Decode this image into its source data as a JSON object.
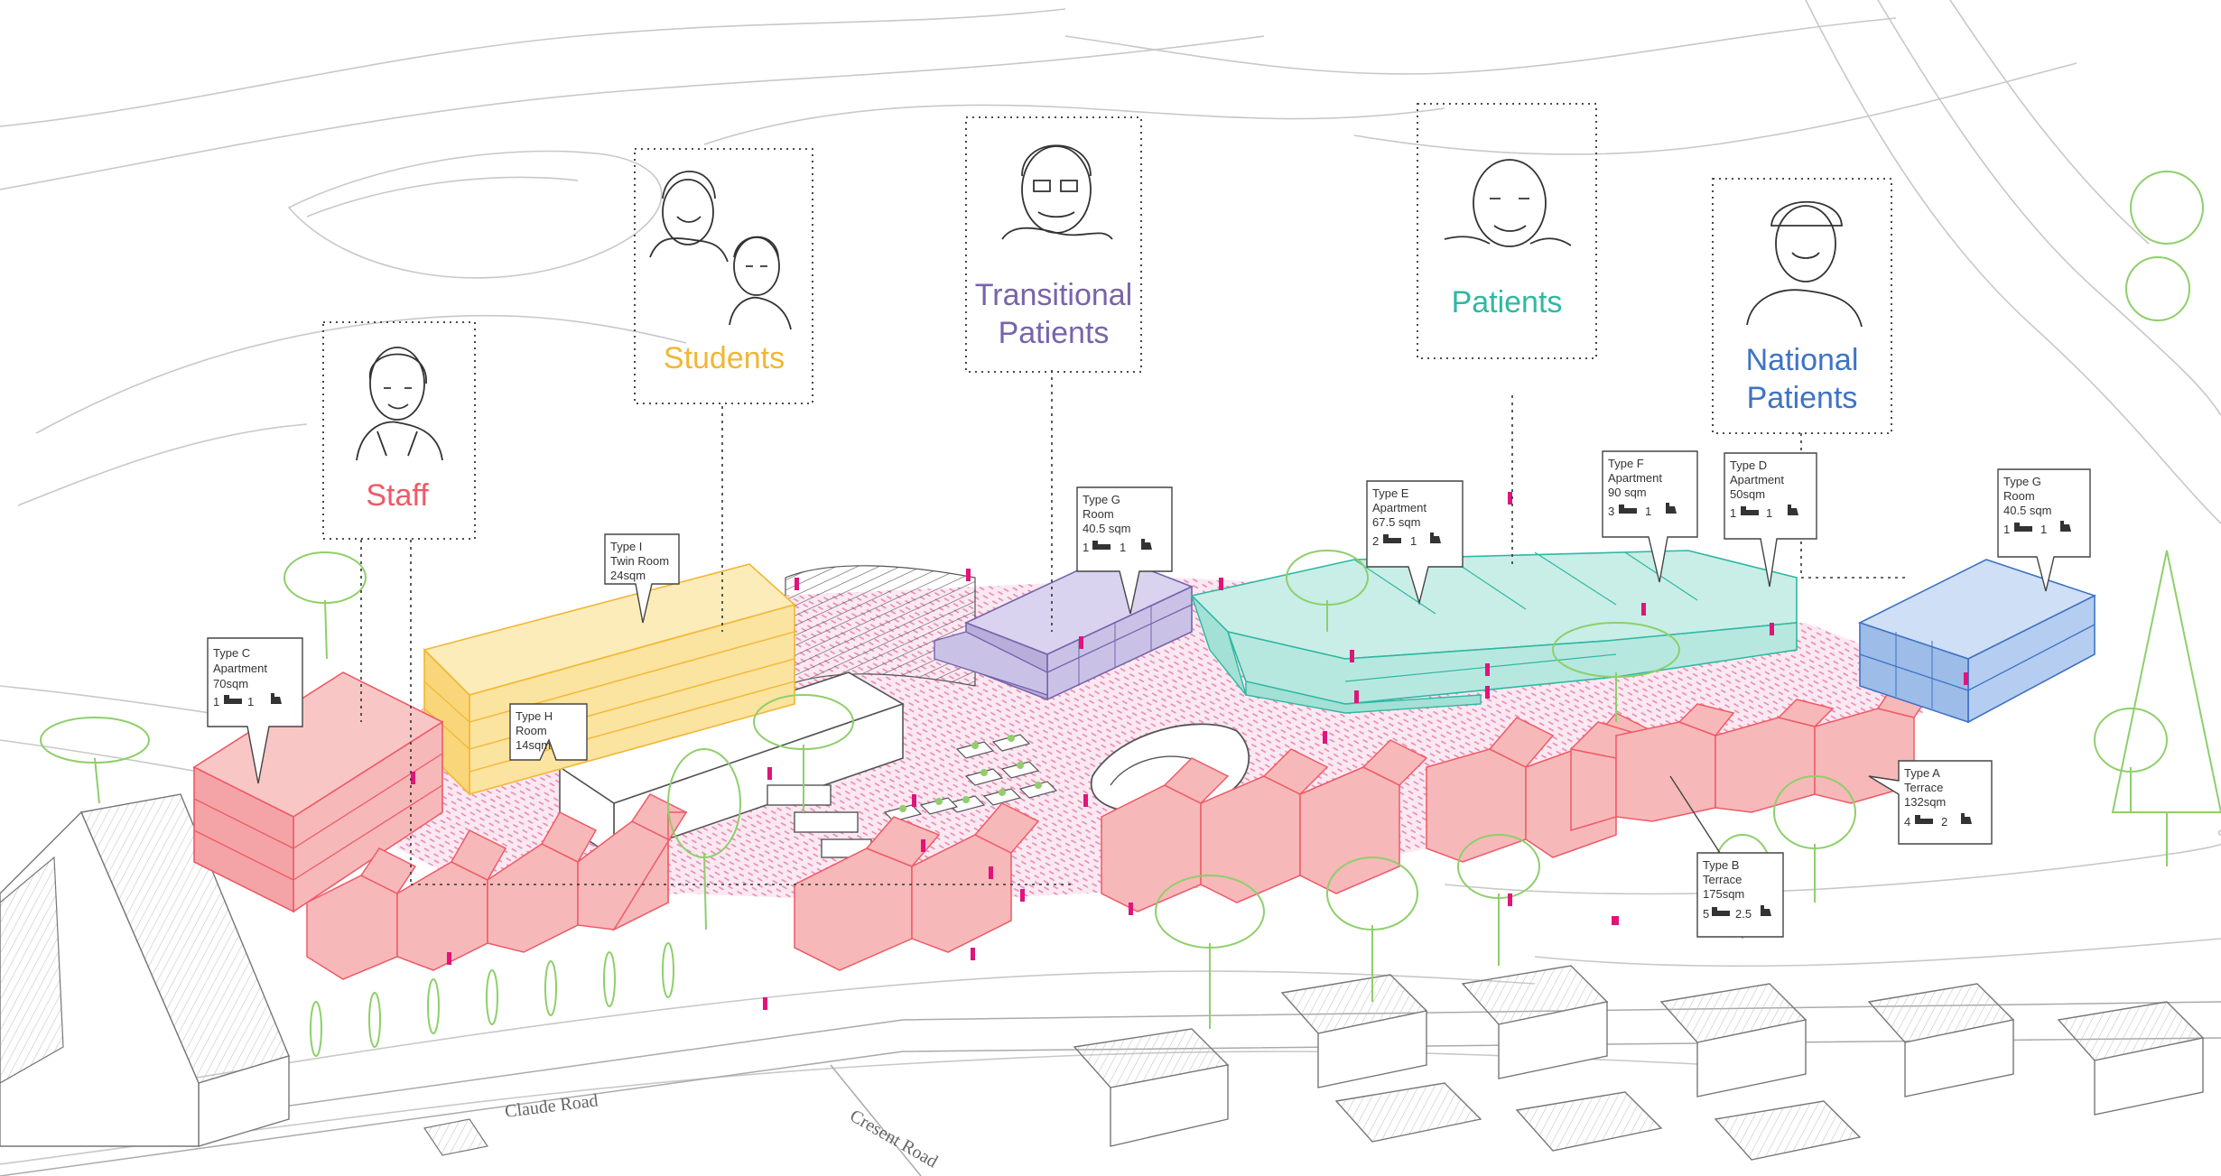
{
  "groups": {
    "staff": "Staff",
    "students": "Students",
    "transitional_1": "Transitional",
    "transitional_2": "Patients",
    "patients": "Patients",
    "national_1": "National",
    "national_2": "Patients"
  },
  "callouts": {
    "type_c": {
      "t": "Type C",
      "k": "Apartment",
      "a": "70sqm",
      "beds": "1",
      "baths": "1"
    },
    "type_i": {
      "t": "Type I",
      "k": "Twin Room",
      "a": "24sqm"
    },
    "type_h": {
      "t": "Type H",
      "k": "Room",
      "a": "14sqm"
    },
    "type_g1": {
      "t": "Type G",
      "k": "Room",
      "a": "40.5 sqm",
      "beds": "1",
      "baths": "1"
    },
    "type_e": {
      "t": "Type E",
      "k": "Apartment",
      "a": "67.5 sqm",
      "beds": "2",
      "baths": "1"
    },
    "type_f": {
      "t": "Type F",
      "k": "Apartment",
      "a": "90 sqm",
      "beds": "3",
      "baths": "1"
    },
    "type_d": {
      "t": "Type D",
      "k": "Apartment",
      "a": "50sqm",
      "beds": "1",
      "baths": "1"
    },
    "type_g2": {
      "t": "Type G",
      "k": "Room",
      "a": "40.5 sqm",
      "beds": "1",
      "baths": "1"
    },
    "type_a": {
      "t": "Type A",
      "k": "Terrace",
      "a": "132sqm",
      "beds": "4",
      "baths": "2"
    },
    "type_b": {
      "t": "Type B",
      "k": "Terrace",
      "a": "175sqm",
      "beds": "5",
      "baths": "2.5"
    }
  },
  "roads": {
    "claude": "Claude Road",
    "cresent": "Cresent Road"
  },
  "colors": {
    "staff": "#ee5a66",
    "students": "#f2b632",
    "transitional": "#7764ab",
    "patients": "#2fb8a2",
    "national": "#3e73c4",
    "staff_fill": "#f7b8b9",
    "students_fill": "#fbe3a0",
    "transitional_fill": "#c9c2e6",
    "patients_fill": "#b7e8df",
    "national_fill": "#b5cdf0",
    "plaza": "#f3b8d4",
    "figures": "#e0147a",
    "trees": "#8ecf6a"
  }
}
